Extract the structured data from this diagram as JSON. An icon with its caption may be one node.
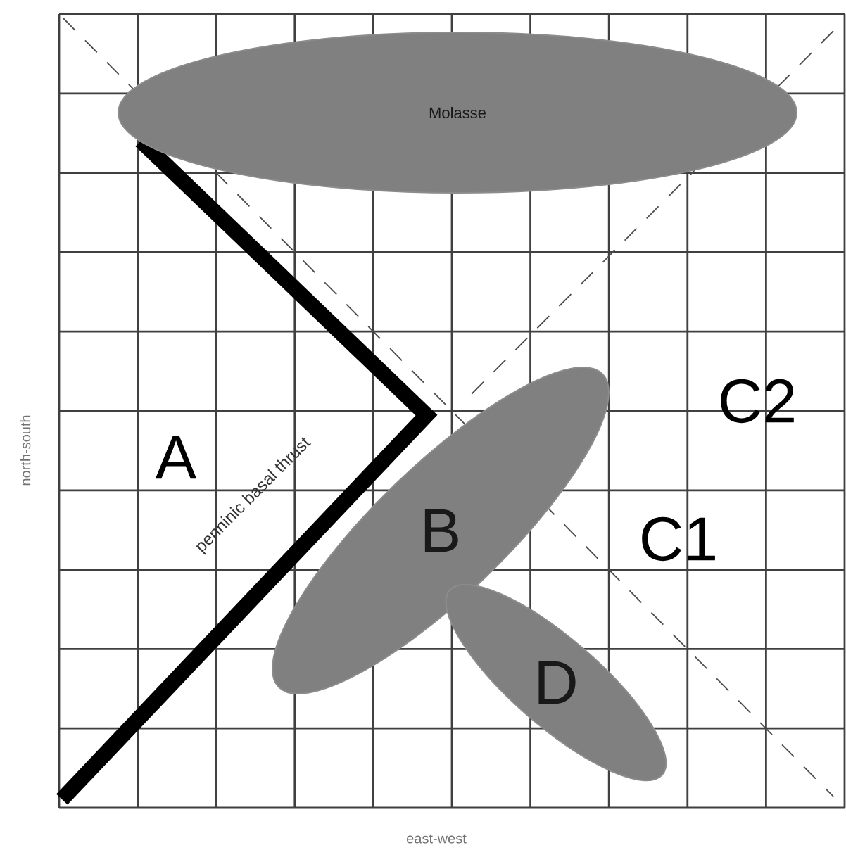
{
  "diagram": {
    "nodes": [
      {
        "text": [
          "Molasse"
        ]
      },
      {
        "text": [
          "B"
        ]
      },
      {
        "text": [
          "D"
        ]
      }
    ],
    "labels": [
      "C2",
      "A",
      "penninic basal thrust",
      "C1",
      "north-south",
      "east-west"
    ]
  }
}
